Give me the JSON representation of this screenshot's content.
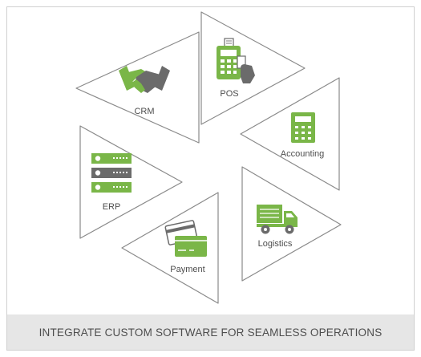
{
  "segments": {
    "crm": {
      "label": "CRM",
      "icon": "handshake-icon"
    },
    "pos": {
      "label": "POS",
      "icon": "pos-terminal-icon"
    },
    "accounting": {
      "label": "Accounting",
      "icon": "calculator-icon"
    },
    "logistics": {
      "label": "Logistics",
      "icon": "delivery-truck-icon"
    },
    "payment": {
      "label": "Payment",
      "icon": "credit-card-icon"
    },
    "erp": {
      "label": "ERP",
      "icon": "server-rack-icon"
    }
  },
  "footer": {
    "text": "INTEGRATE CUSTOM SOFTWARE FOR SEAMLESS OPERATIONS"
  },
  "colors": {
    "accent_green": "#7ab648",
    "dark_green": "#5e9a35",
    "icon_gray": "#6b6b6b",
    "outline": "#8a8a8a"
  }
}
